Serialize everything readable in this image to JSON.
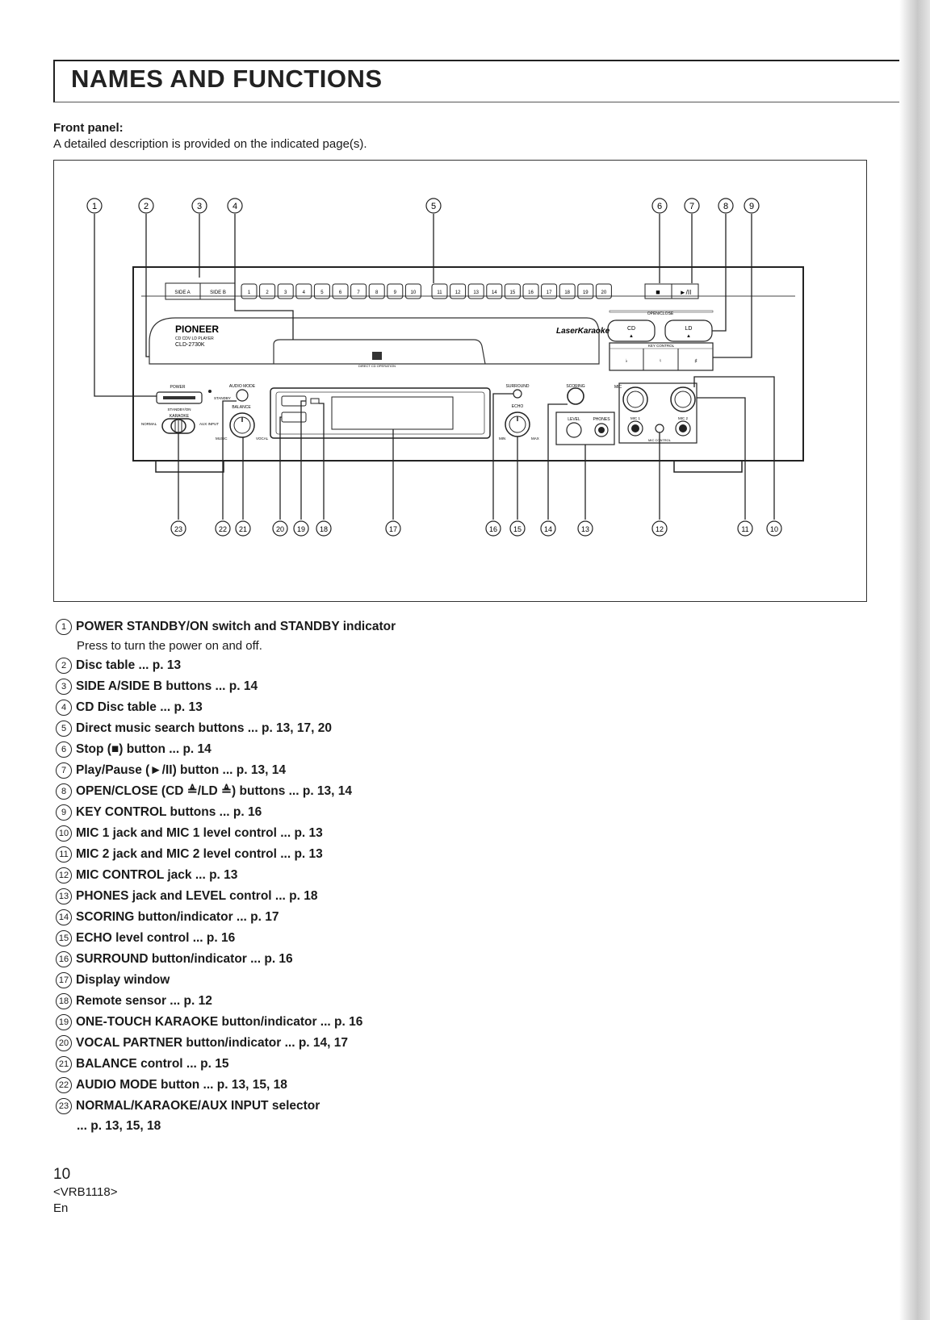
{
  "header": {
    "title": "NAMES AND FUNCTIONS"
  },
  "section": {
    "label": "Front panel:",
    "description": "A detailed description is provided on the indicated page(s)."
  },
  "diagram": {
    "callout_numbers": [
      "1",
      "2",
      "3",
      "4",
      "5",
      "6",
      "7",
      "8",
      "9",
      "10",
      "11",
      "12",
      "13",
      "14",
      "15",
      "16",
      "17",
      "18",
      "19",
      "20",
      "21",
      "22",
      "23"
    ],
    "device_labels": {
      "brand": "PIONEER",
      "model_line1": "CD CDV LD PLAYER",
      "model_line2": "CLD-2730K",
      "laserkaraoke": "LaserKaraoke",
      "side_a": "SIDE A",
      "side_b": "SIDE B",
      "track_numbers": [
        "1",
        "2",
        "3",
        "4",
        "5",
        "6",
        "7",
        "8",
        "9",
        "10",
        "11",
        "12",
        "13",
        "14",
        "15",
        "16",
        "17",
        "18",
        "19",
        "20"
      ],
      "stop": "■",
      "play_pause": "►/II",
      "open_close": "OPEN/CLOSE",
      "cd": "CD",
      "ld": "LD",
      "key_control": "KEY CONTROL",
      "power": "POWER",
      "standby": "STANDBY",
      "standby_on": "STANDBY/ON",
      "karaoke": "KARAOKE",
      "normal": "NORMAL",
      "aux_input": "AUX INPUT",
      "audio_mode": "AUDIO MODE",
      "balance": "BALANCE",
      "music": "MUSIC",
      "vocal": "VOCAL",
      "surround": "SURROUND",
      "echo": "ECHO",
      "scoring": "SCORING",
      "level": "LEVEL",
      "phones": "PHONES",
      "mic": "MIC",
      "mic1": "MIC 1",
      "mic2": "MIC 2",
      "mic_control": "MIC CONTROL",
      "min": "MIN",
      "max": "MAX",
      "direct_cd_operation": "DIRECT CD OPERATION"
    }
  },
  "legend": {
    "items": [
      {
        "num": "1",
        "text": "POWER STANDBY/ON switch and STANDBY indicator",
        "sub": "Press to turn the power on and off."
      },
      {
        "num": "2",
        "text": "Disc table ... p. 13"
      },
      {
        "num": "3",
        "text": "SIDE A/SIDE B buttons ... p. 14"
      },
      {
        "num": "4",
        "text": "CD Disc table ... p. 13"
      },
      {
        "num": "5",
        "text": "Direct music search buttons ... p. 13, 17, 20"
      },
      {
        "num": "6",
        "text": "Stop (■) button ... p. 14"
      },
      {
        "num": "7",
        "text": "Play/Pause (►/II) button ... p. 13, 14"
      },
      {
        "num": "8",
        "text": "OPEN/CLOSE (CD ≜/LD ≜) buttons ... p. 13, 14"
      },
      {
        "num": "9",
        "text": "KEY CONTROL buttons ... p. 16"
      },
      {
        "num": "10",
        "text": "MIC 1 jack and MIC 1 level control ... p. 13"
      },
      {
        "num": "11",
        "text": "MIC 2 jack and MIC 2 level control ... p. 13"
      },
      {
        "num": "12",
        "text": "MIC CONTROL jack ... p. 13"
      },
      {
        "num": "13",
        "text": "PHONES jack and LEVEL control ... p. 18"
      },
      {
        "num": "14",
        "text": "SCORING button/indicator  ... p. 17"
      },
      {
        "num": "15",
        "text": "ECHO level control ... p. 16"
      },
      {
        "num": "16",
        "text": "SURROUND button/indicator ... p. 16"
      },
      {
        "num": "17",
        "text": "Display window"
      },
      {
        "num": "18",
        "text": "Remote sensor ... p. 12"
      },
      {
        "num": "19",
        "text": "ONE-TOUCH KARAOKE button/indicator ... p. 16"
      },
      {
        "num": "20",
        "text": "VOCAL PARTNER button/indicator ... p. 14, 17"
      },
      {
        "num": "21",
        "text": "BALANCE control ... p. 15"
      },
      {
        "num": "22",
        "text": "AUDIO MODE button ... p. 13, 15, 18"
      },
      {
        "num": "23",
        "text": "NORMAL/KARAOKE/AUX INPUT selector",
        "cont": "... p. 13, 15, 18"
      }
    ]
  },
  "footer": {
    "page_number": "10",
    "doc_code": "<VRB1118>",
    "language": "En"
  }
}
